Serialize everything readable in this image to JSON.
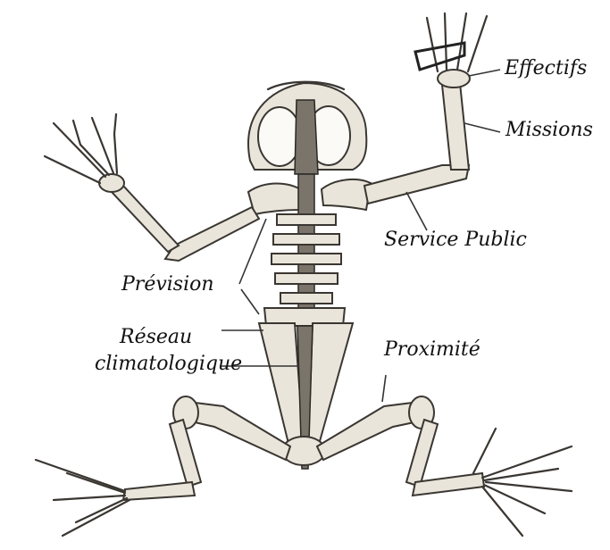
{
  "labels": {
    "effectifs": "Effectifs",
    "missions": "Missions",
    "service_public": "Service Public",
    "prevision": "Prévision",
    "reseau_line1": "Réseau",
    "reseau_line2": "climatologique",
    "proximite": "Proximité"
  }
}
